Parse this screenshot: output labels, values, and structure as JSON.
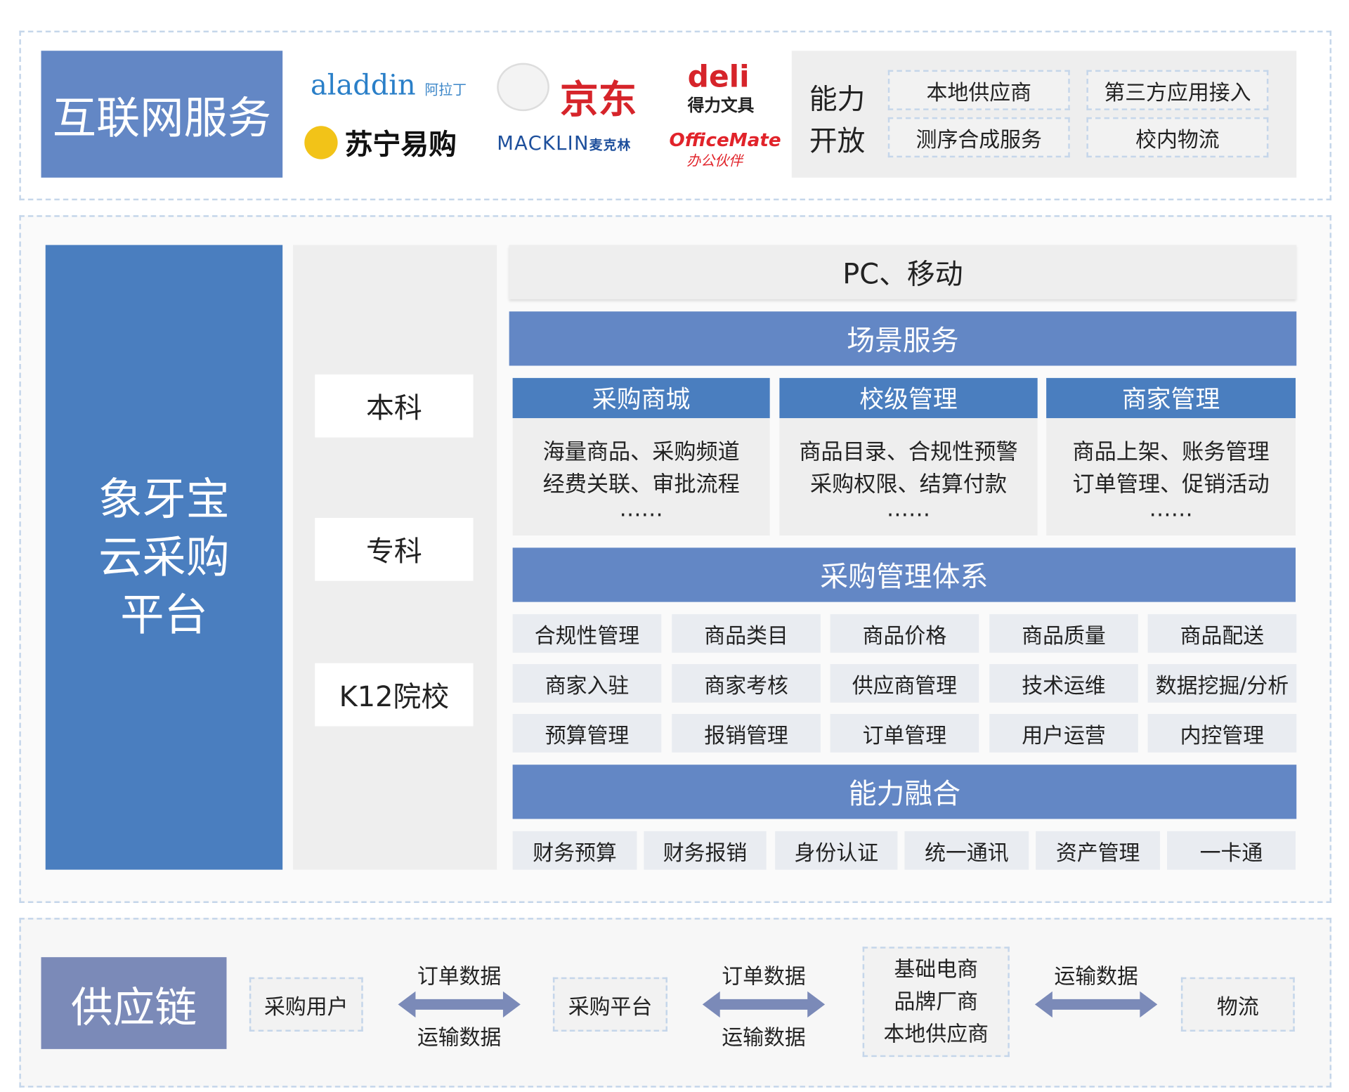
{
  "internet": {
    "title": "互联网服务",
    "logos": [
      "aladdin",
      "阿拉丁",
      "苏宁易购",
      "京东",
      "MACKLIN",
      "麦克林",
      "deli",
      "得力文具",
      "OfficeMate",
      "办公伙伴"
    ],
    "open_label": [
      "能力",
      "开放"
    ],
    "open_items": [
      "本地供应商",
      "第三方应用接入",
      "测序合成服务",
      "校内物流"
    ]
  },
  "platform": {
    "title": [
      "象牙宝",
      "云采购",
      "平台"
    ],
    "levels": [
      "本科",
      "专科",
      "K12院校"
    ],
    "channel": "PC、移动",
    "scene": {
      "title": "场景服务",
      "columns": [
        {
          "title": "采购商城",
          "lines": [
            "海量商品、采购频道",
            "经费关联、审批流程",
            "……"
          ]
        },
        {
          "title": "校级管理",
          "lines": [
            "商品目录、合规性预警",
            "采购权限、结算付款",
            "……"
          ]
        },
        {
          "title": "商家管理",
          "lines": [
            "商品上架、账务管理",
            "订单管理、促销活动",
            "……"
          ]
        }
      ]
    },
    "mgmt": {
      "title": "采购管理体系",
      "items": [
        "合规性管理",
        "商品类目",
        "商品价格",
        "商品质量",
        "商品配送",
        "商家入驻",
        "商家考核",
        "供应商管理",
        "技术运维",
        "数据挖掘/分析",
        "预算管理",
        "报销管理",
        "订单管理",
        "用户运营",
        "内控管理"
      ]
    },
    "fusion": {
      "title": "能力融合",
      "items": [
        "财务预算",
        "财务报销",
        "身份认证",
        "统一通讯",
        "资产管理",
        "一卡通"
      ]
    }
  },
  "supply": {
    "title": "供应链",
    "nodes": [
      "采购用户",
      "采购平台",
      "物流"
    ],
    "suppliers": [
      "基础电商",
      "品牌厂商",
      "本地供应商"
    ],
    "flows": [
      {
        "top": "订单数据",
        "bottom": "运输数据"
      },
      {
        "top": "订单数据",
        "bottom": "运输数据"
      },
      {
        "top": "运输数据"
      }
    ]
  },
  "colors": {
    "blue": "#6387c5",
    "dark_blue": "#4a7ebf",
    "supply": "#7b8ab8"
  }
}
